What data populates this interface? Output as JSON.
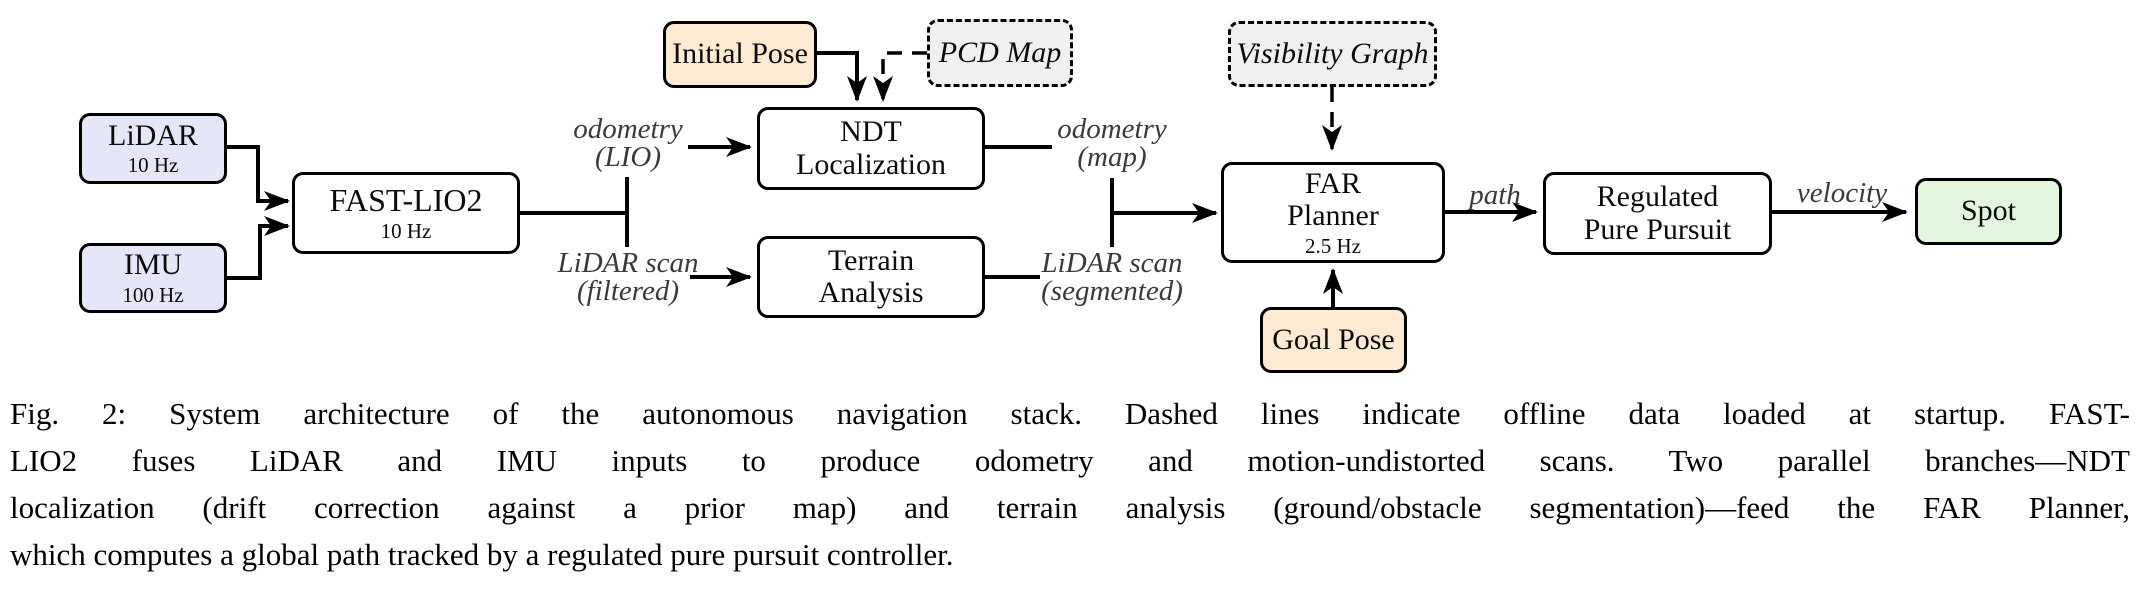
{
  "figure": {
    "caption_lines": [
      "Fig. 2: System architecture of the autonomous navigation stack. Dashed lines indicate offline data loaded at startup. FAST-",
      "LIO2 fuses LiDAR and IMU inputs to produce odometry and motion-undistorted scans. Two parallel branches—NDT",
      "localization (drift correction against a prior map) and terrain analysis (ground/obstacle segmentation)—feed the FAR Planner,",
      "which computes a global path tracked by a regulated pure pursuit controller."
    ]
  },
  "nodes": {
    "lidar": {
      "label": "LiDAR",
      "rate": "10 Hz"
    },
    "imu": {
      "label": "IMU",
      "rate": "100 Hz"
    },
    "fastlio2": {
      "label": "FAST-LIO2",
      "rate": "10 Hz"
    },
    "initial_pose": {
      "label": "Initial Pose"
    },
    "pcd_map": {
      "label": "PCD Map"
    },
    "ndt": {
      "line1": "NDT",
      "line2": "Localization"
    },
    "terrain": {
      "line1": "Terrain",
      "line2": "Analysis"
    },
    "visibility_graph": {
      "label": "Visibility Graph"
    },
    "far_planner": {
      "line1": "FAR",
      "line2": "Planner",
      "rate": "2.5 Hz"
    },
    "goal_pose": {
      "label": "Goal Pose"
    },
    "regulated_pure_pursuit": {
      "line1": "Regulated",
      "line2": "Pure Pursuit"
    },
    "spot": {
      "label": "Spot"
    }
  },
  "edge_labels": {
    "odometry_lio": {
      "line1": "odometry",
      "line2": "(LIO)"
    },
    "lidar_scan_filtered": {
      "line1": "LiDAR scan",
      "line2": "(filtered)"
    },
    "odometry_map": {
      "line1": "odometry",
      "line2": "(map)"
    },
    "lidar_scan_segmented": {
      "line1": "LiDAR scan",
      "line2": "(segmented)"
    },
    "path": "path",
    "velocity": "velocity"
  },
  "colors": {
    "sensor_box_fill": "#e6e6f9",
    "pose_box_fill": "#fdead3",
    "offline_box_fill": "#f0f0f0",
    "robot_box_fill": "#e2f6dd",
    "process_box_fill": "#ffffff",
    "line_and_border": "#000000",
    "wire_label_text": "#3a3a3a"
  }
}
